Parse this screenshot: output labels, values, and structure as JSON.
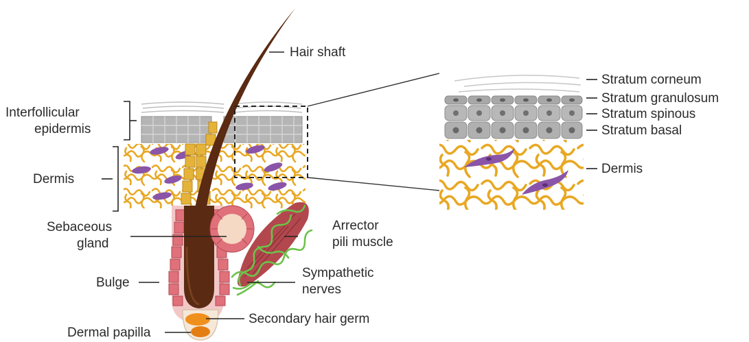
{
  "diagram": {
    "left_labels": {
      "interfollicular_line1": "Interfollicular",
      "interfollicular_line2": "epidermis",
      "dermis": "Dermis",
      "sebaceous_line1": "Sebaceous",
      "sebaceous_line2": "gland",
      "bulge": "Bulge",
      "dermal_papilla": "Dermal papilla"
    },
    "center_labels": {
      "hair_shaft": "Hair shaft",
      "arrector_line1": "Arrector",
      "arrector_line2": "pili muscle",
      "sympathetic_line1": "Sympathetic",
      "sympathetic_line2": "nerves",
      "secondary_hair_germ": "Secondary hair germ"
    },
    "inset_labels": {
      "stratum_corneum": "Stratum corneum",
      "stratum_granulosum": "Stratum granulosum",
      "stratum_spinous": "Stratum spinous",
      "stratum_basal": "Stratum basal",
      "dermis": "Dermis"
    },
    "colors": {
      "hair": "#5a2a12",
      "fibers": "#e8a824",
      "fibroblast": "#8a55a8",
      "keratinocyte": "#b5b5b5",
      "outer_root_sheath": "#e0707a",
      "sebaceous": "#f5d9c4",
      "muscle": "#b2484e",
      "nerve": "#6cc24a",
      "germ": "#f0901c",
      "label_text": "#2a2a2a"
    }
  }
}
